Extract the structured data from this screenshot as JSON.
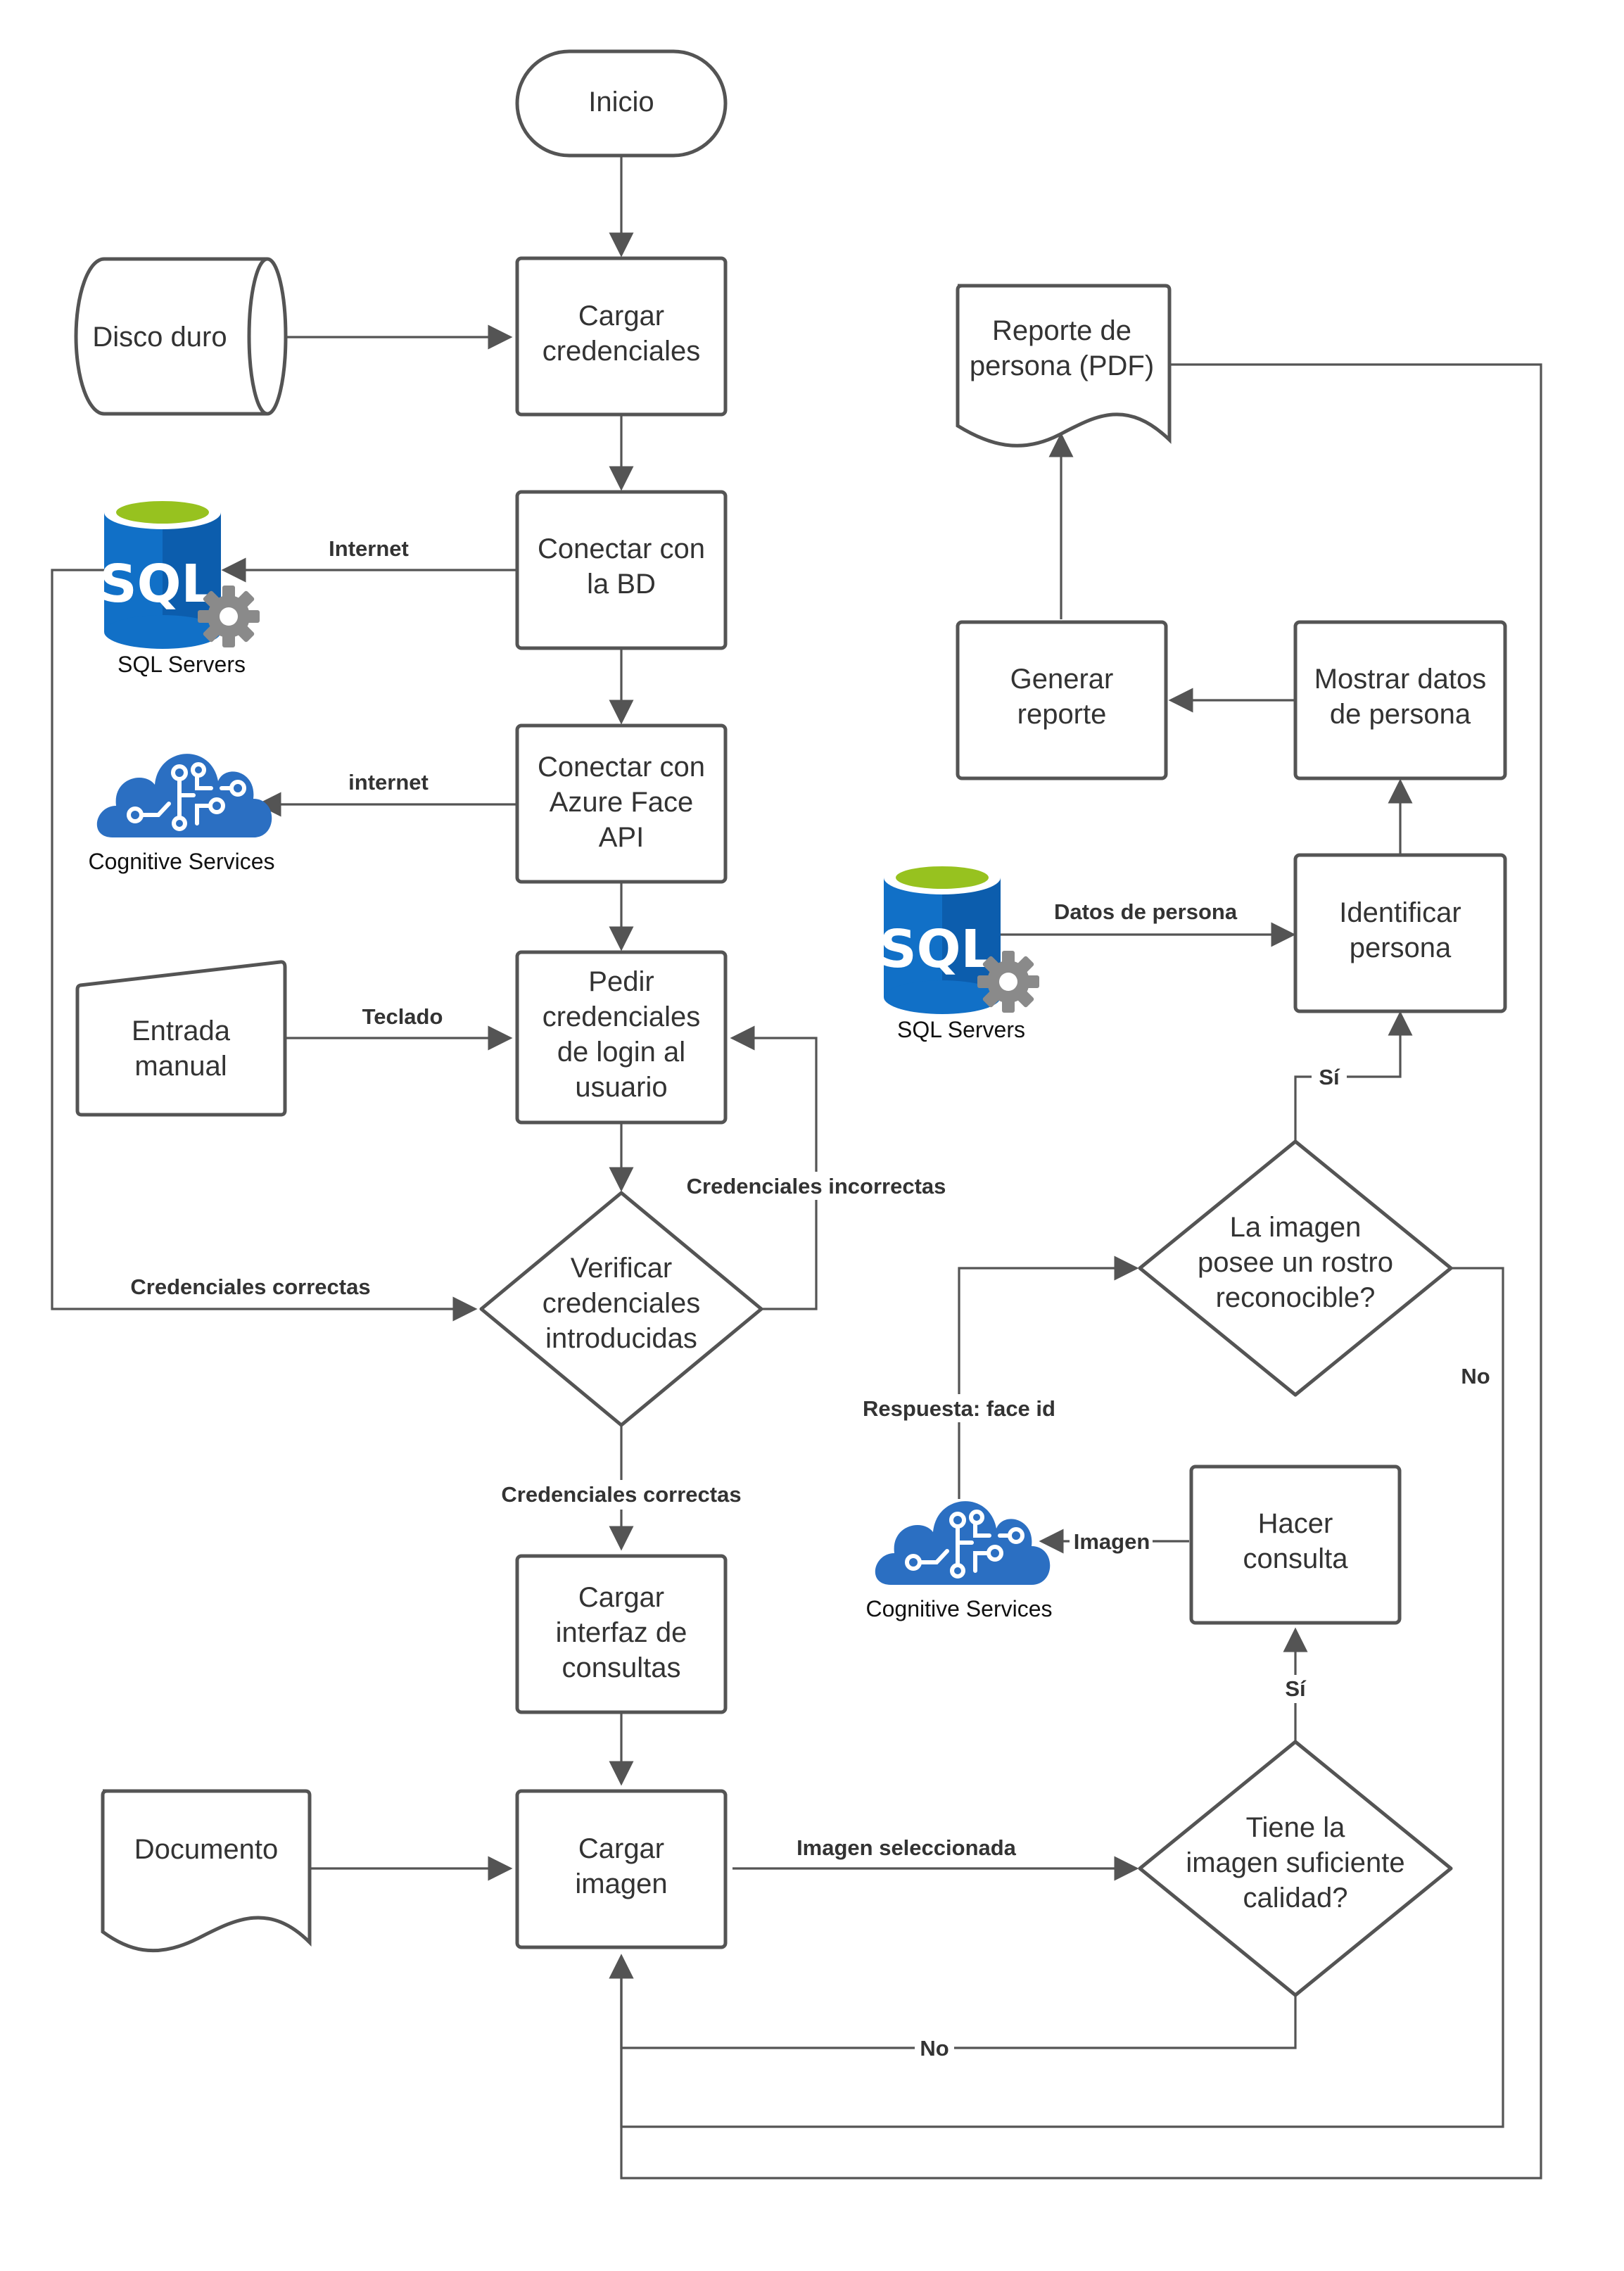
{
  "nodes": {
    "inicio": "Inicio",
    "disco_duro": "Disco duro",
    "cargar_credenciales": [
      "Cargar",
      "credenciales"
    ],
    "conectar_bd": [
      "Conectar con",
      "la BD"
    ],
    "conectar_face": [
      "Conectar con",
      "Azure Face",
      "API"
    ],
    "entrada_manual": [
      "Entrada",
      "manual"
    ],
    "pedir_credenciales": [
      "Pedir",
      "credenciales",
      "de login al",
      "usuario"
    ],
    "verificar": [
      "Verificar",
      "credenciales",
      "introducidas"
    ],
    "cargar_interfaz": [
      "Cargar",
      "interfaz de",
      "consultas"
    ],
    "documento": "Documento",
    "cargar_imagen": [
      "Cargar",
      "imagen"
    ],
    "tiene_calidad": [
      "Tiene la",
      "imagen suficiente",
      "calidad?"
    ],
    "hacer_consulta": [
      "Hacer",
      "consulta"
    ],
    "rostro": [
      "La imagen",
      "posee un rostro",
      "reconocible?"
    ],
    "identificar": [
      "Identificar",
      "persona"
    ],
    "mostrar_datos": [
      "Mostrar datos",
      "de persona"
    ],
    "generar_reporte": [
      "Generar",
      "reporte"
    ],
    "reporte_pdf": [
      "Reporte de",
      "persona (PDF)"
    ]
  },
  "icons": {
    "sql_1": {
      "icon": "sql-server-icon",
      "text": "SQL",
      "label": "SQL Servers"
    },
    "cog_1": {
      "icon": "cognitive-services-icon",
      "label": "Cognitive Services"
    },
    "sql_2": {
      "icon": "sql-server-icon",
      "text": "SQL",
      "label": "SQL Servers"
    },
    "cog_2": {
      "icon": "cognitive-services-icon",
      "label": "Cognitive Services"
    }
  },
  "edge_labels": {
    "internet_sql": "Internet",
    "internet_cog": "internet",
    "teclado": "Teclado",
    "cred_incorrectas": "Credenciales incorrectas",
    "cred_correctas_left": "Credenciales correctas",
    "cred_correctas_down": "Credenciales correctas",
    "imagen_seleccionada": "Imagen seleccionada",
    "no_calidad": "No",
    "si_calidad": "Sí",
    "imagen": "Imagen",
    "respuesta": "Respuesta: face id",
    "si_rostro": "Sí",
    "no_rostro": "No",
    "datos_persona": "Datos de persona"
  },
  "colors": {
    "stroke": "#545454",
    "sql_blue": "#1170c7",
    "sql_blue_dark": "#0a4f97",
    "sql_top_green": "#97c21f",
    "gear_grey": "#8a8a8a",
    "cognitive_blue": "#2b6fc2"
  }
}
